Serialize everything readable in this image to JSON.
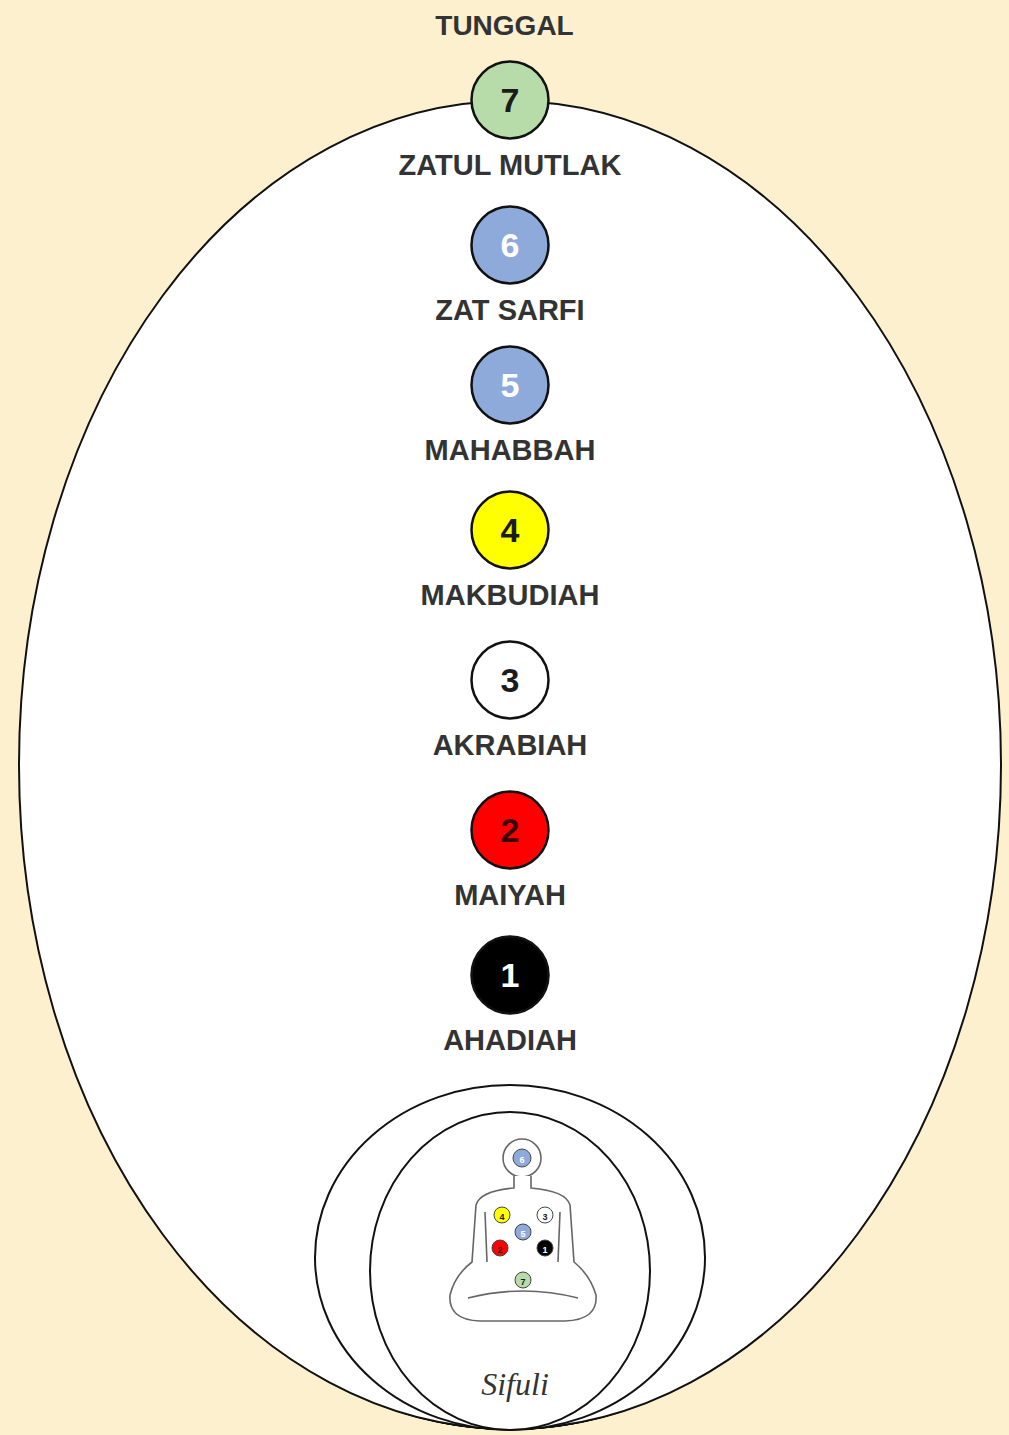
{
  "diagram": {
    "title": "TUNGGAL",
    "nodes": [
      {
        "text": [
          "ZATUL MUTLAK"
        ]
      },
      {
        "text": [
          "7"
        ],
        "in": 0
      },
      {
        "text": [
          "ZAT SARFI"
        ],
        "in": 0
      },
      {
        "text": [
          "6"
        ],
        "in": 2
      },
      {
        "text": [
          "MAHABBAH"
        ],
        "in": 2
      },
      {
        "text": [
          "5"
        ],
        "in": 4
      },
      {
        "text": [
          "MAKBUDIAH"
        ],
        "in": 4
      },
      {
        "text": [
          "4"
        ],
        "in": 6
      },
      {
        "text": [
          "AKRABIAH"
        ],
        "in": 6
      },
      {
        "text": [
          "3"
        ],
        "in": 8
      },
      {
        "text": [
          "MAIYAH"
        ],
        "in": 8
      },
      {
        "text": [
          "2"
        ],
        "in": 10
      },
      {
        "text": [
          "AHADIAH"
        ],
        "in": 10
      },
      {
        "text": [
          "1"
        ],
        "in": 12
      }
    ],
    "labels": [
      "6",
      "4",
      "3",
      "5",
      "2",
      "1",
      "7",
      "Sifuli"
    ]
  }
}
